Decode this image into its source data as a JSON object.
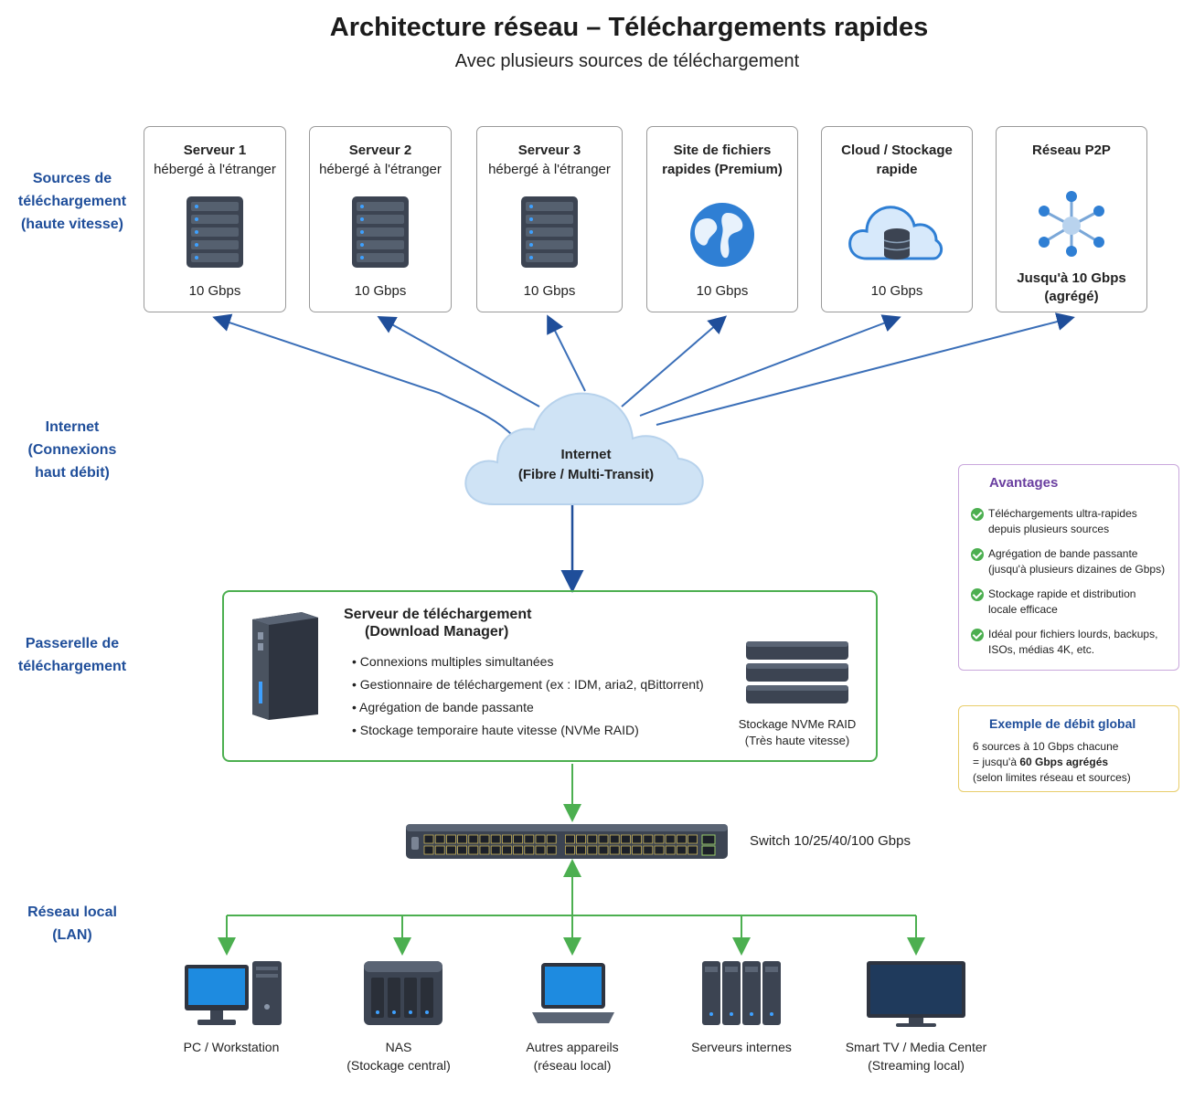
{
  "header": {
    "title": "Architecture réseau – Téléchargements rapides",
    "subtitle": "Avec plusieurs sources de téléchargement"
  },
  "layers": {
    "sources": [
      "Sources de",
      "téléchargement",
      "(haute vitesse)"
    ],
    "internet": [
      "Internet",
      "(Connexions",
      "haut débit)"
    ],
    "gateway": [
      "Passerelle de",
      "téléchargement"
    ],
    "lan": [
      "Réseau local",
      "(LAN)"
    ]
  },
  "sources": [
    {
      "title": "Serveur 1",
      "subtitle": "hébergé à l'étranger",
      "speed": "10 Gbps",
      "icon": "server-rack-icon"
    },
    {
      "title": "Serveur 2",
      "subtitle": "hébergé à l'étranger",
      "speed": "10 Gbps",
      "icon": "server-rack-icon"
    },
    {
      "title": "Serveur 3",
      "subtitle": "hébergé à l'étranger",
      "speed": "10 Gbps",
      "icon": "server-rack-icon"
    },
    {
      "title": "Site de fichiers",
      "subtitle": "rapides (Premium)",
      "speed": "10 Gbps",
      "icon": "globe-icon"
    },
    {
      "title": "Cloud / Stockage",
      "subtitle": "rapide",
      "speed": "10 Gbps",
      "icon": "cloud-database-icon"
    },
    {
      "title": "Réseau P2P",
      "subtitle": "",
      "speed": "Jusqu'à 10 Gbps",
      "speed2": "(agrégé)",
      "icon": "p2p-network-icon"
    }
  ],
  "internet": {
    "title": "Internet",
    "subtitle": "(Fibre / Multi-Transit)"
  },
  "gateway": {
    "title": "Serveur de téléchargement",
    "title2": "(Download Manager)",
    "features": [
      "Connexions multiples simultanées",
      "Gestionnaire de téléchargement (ex : IDM, aria2, qBittorrent)",
      "Agrégation de bande passante",
      "Stockage temporaire haute vitesse (NVMe RAID)"
    ],
    "storage_label": "Stockage NVMe RAID",
    "storage_sub": "(Très haute vitesse)"
  },
  "advantages": {
    "title": "Avantages",
    "items": [
      [
        "Téléchargements ultra-rapides",
        "depuis plusieurs sources"
      ],
      [
        "Agrégation de bande passante",
        "(jusqu'à plusieurs dizaines de Gbps)"
      ],
      [
        "Stockage rapide et distribution",
        "locale efficace"
      ],
      [
        "Idéal pour fichiers lourds, backups,",
        "ISOs, médias 4K, etc."
      ]
    ]
  },
  "example": {
    "title": "Exemple de débit global",
    "line1": "6 sources à 10 Gbps chacune",
    "line2_prefix": "= jusqu'à ",
    "line2_bold": "60 Gbps agrégés",
    "line3": "(selon limites réseau et sources)"
  },
  "switch": {
    "label": "Switch 10/25/40/100 Gbps"
  },
  "devices": [
    {
      "label": "PC / Workstation",
      "sub": "",
      "icon": "pc-workstation-icon"
    },
    {
      "label": "NAS",
      "sub": "(Stockage central)",
      "icon": "nas-icon"
    },
    {
      "label": "Autres appareils",
      "sub": "(réseau local)",
      "icon": "laptop-icon"
    },
    {
      "label": "Serveurs internes",
      "sub": "",
      "icon": "internal-servers-icon"
    },
    {
      "label": "Smart TV / Media Center",
      "sub": "(Streaming local)",
      "icon": "smart-tv-icon"
    }
  ],
  "colors": {
    "internet_arrow": "#1f4e9a",
    "lan_line": "#4caf50",
    "layer_label": "#1f4e9a"
  }
}
